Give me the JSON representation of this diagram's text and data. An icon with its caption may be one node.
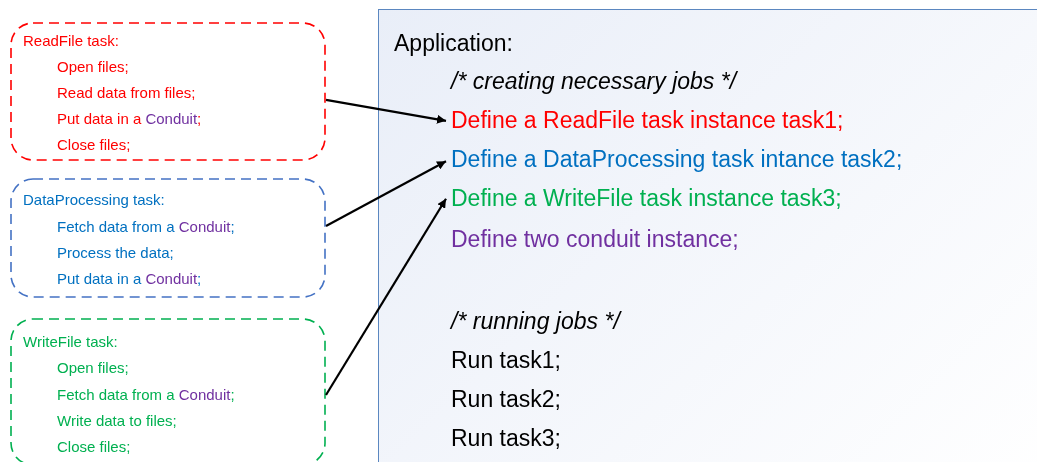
{
  "diagram": {
    "nodes": [
      {
        "text": [
          "ReadFile task:",
          "Open files;",
          "Read data from files;",
          "Put data in a Conduit;",
          "Close files;"
        ]
      },
      {
        "text": [
          "DataProcessing task:",
          "Fetch data from a Conduit;",
          "Process the data;",
          "Put data in a Conduit;"
        ]
      },
      {
        "text": [
          "WriteFile task:",
          "Open files;",
          "Fetch data from a Conduit;",
          "Write data to files;",
          "Close files;"
        ]
      },
      {
        "text": [
          "Application:",
          "/* creating necessary jobs */",
          "Define two conduit instance;",
          "/* running jobs */",
          "Run task1;",
          "Run task2;",
          "Run task3;"
        ]
      },
      {
        "text": [
          "Define a ReadFile task instance task1;"
        ],
        "in": 3
      },
      {
        "text": [
          "Define a DataProcessing task intance task2;"
        ],
        "in": 3
      },
      {
        "text": [
          "Define a WriteFile task instance task3;"
        ],
        "in": 3
      }
    ],
    "edges": [
      {
        "from": 0,
        "to": 4,
        "arrow": "to"
      },
      {
        "from": 1,
        "to": 5,
        "arrow": "to"
      },
      {
        "from": 2,
        "to": 6,
        "arrow": "to"
      }
    ]
  }
}
